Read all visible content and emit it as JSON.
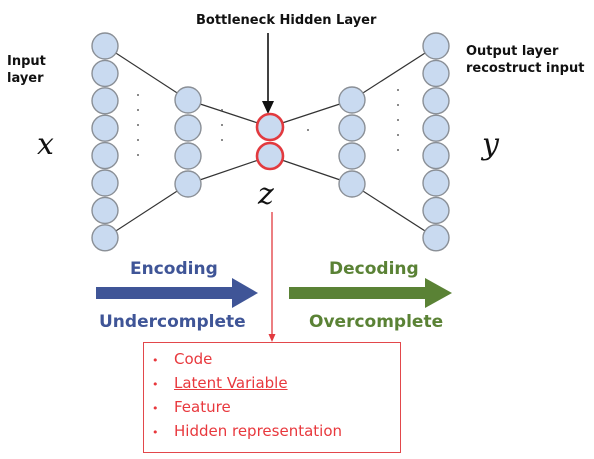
{
  "labels": {
    "input_layer": [
      "Input",
      "layer"
    ],
    "output_layer": [
      "Output layer",
      "recostruct input"
    ],
    "bottleneck": "Bottleneck Hidden Layer",
    "x": "x",
    "y": "y",
    "z": "z"
  },
  "arrows": {
    "encoding": "Encoding",
    "undercomplete": "Undercomplete",
    "decoding": "Decoding",
    "overcomplete": "Overcomplete"
  },
  "code_box": {
    "items": [
      "Code",
      "Latent Variable",
      "Feature",
      "Hidden representation"
    ],
    "bullet": "•"
  },
  "colors": {
    "node_fill": "#c9daf0",
    "node_stroke": "#8a8f96",
    "bottleneck_stroke": "#e23a3f",
    "encoding": "#3f5597",
    "decoding": "#5a8235",
    "code_text": "#e8383d"
  }
}
